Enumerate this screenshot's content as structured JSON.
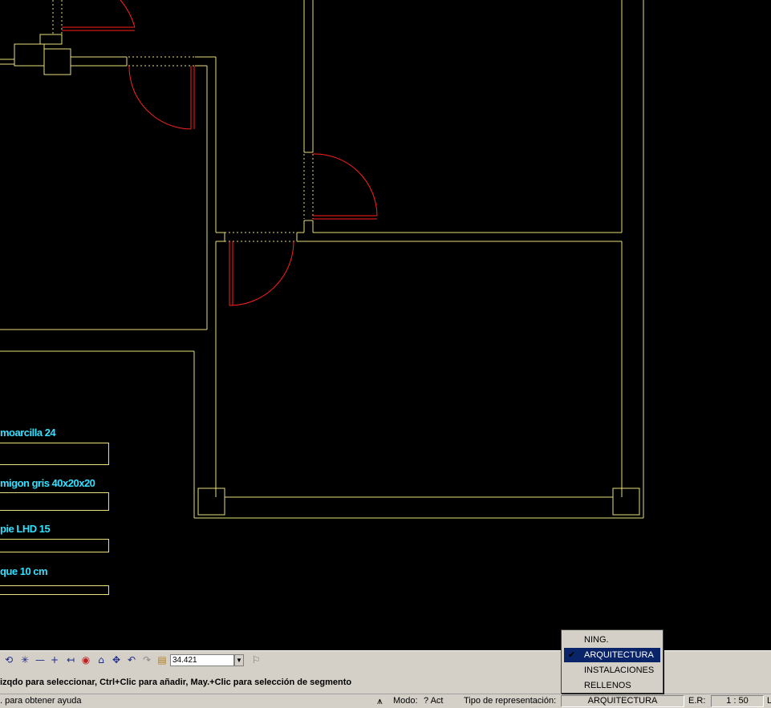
{
  "canvas": {
    "labels": {
      "l1": "moarcilla 24",
      "l2": "migon gris 40x20x20",
      "l3": "pie LHD 15",
      "l4": "que 10 cm"
    }
  },
  "toolbar": {
    "coordinate_value": "34.421",
    "icons": [
      "lasso-icon",
      "snap-icon",
      "line-icon",
      "cross-icon",
      "arrow-left-icon",
      "fill-icon",
      "polygon-icon",
      "pan-icon",
      "undo-icon",
      "redo-icon",
      "folder-icon",
      "pin-icon"
    ]
  },
  "command": {
    "prompt": "izqdo para seleccionar, Ctrl+Clic para añadir, May.+Clic para selección de segmento"
  },
  "status": {
    "help": ". para obtener ayuda",
    "modo_label": "Modo:",
    "modo_value": "? Act",
    "tipo_label": "Tipo de representación:",
    "tipo_value": "ARQUITECTURA",
    "er_label": "E.R:",
    "er_value": "1 : 50",
    "extra": "L"
  },
  "popup": {
    "items": [
      {
        "label": "NING.",
        "selected": false,
        "checked": false
      },
      {
        "label": "ARQUITECTURA",
        "selected": true,
        "checked": true
      },
      {
        "label": "INSTALACIONES",
        "selected": false,
        "checked": false
      },
      {
        "label": "RELLENOS",
        "selected": false,
        "checked": false
      }
    ]
  },
  "colors": {
    "wall": "#e8e07a",
    "door": "#ff2020",
    "label": "#33e0ff",
    "selection": "#0a246a"
  }
}
